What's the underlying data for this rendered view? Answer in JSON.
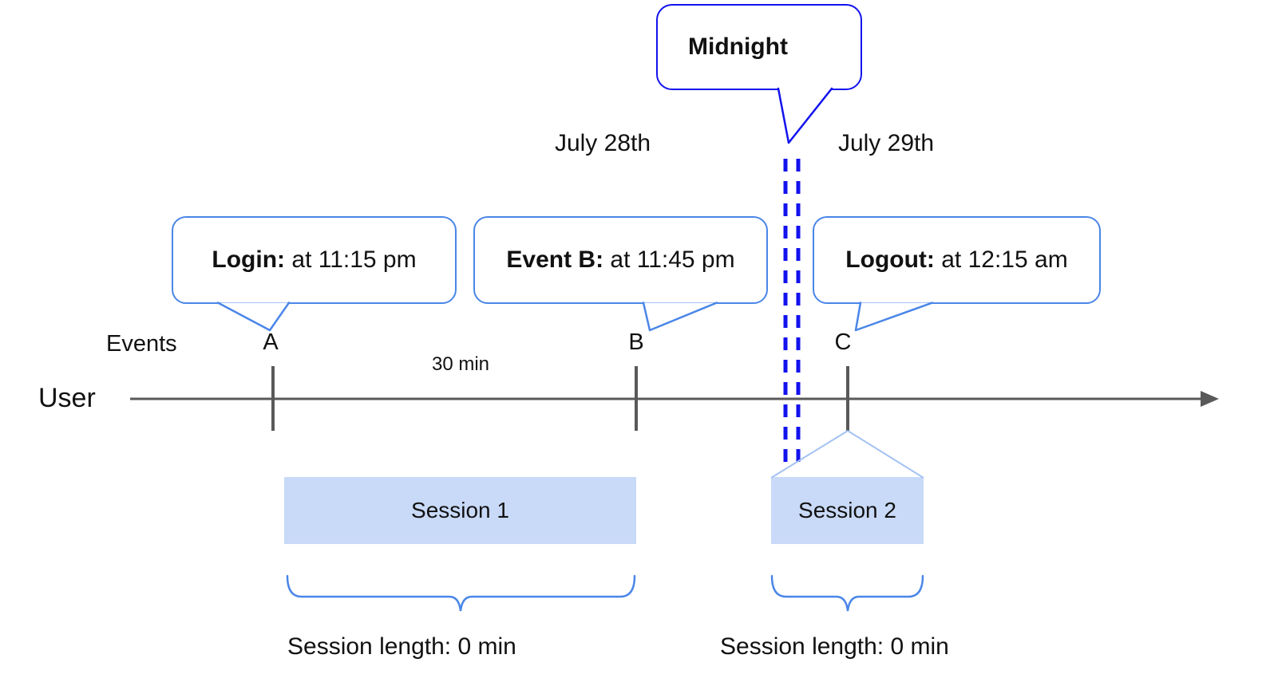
{
  "colors": {
    "strong_blue": "#1212ee",
    "bubble_blue": "#4a86e8",
    "light_blue": "#a4c2f4",
    "session_fill": "#c9daf8",
    "line_gray": "#595959",
    "text": "#111111",
    "background": "#ffffff"
  },
  "midnight": {
    "label": "Midnight"
  },
  "dates": {
    "left_day": "July 28th",
    "right_day": "July 29th"
  },
  "bubbles": {
    "login": {
      "bold": "Login:",
      "rest": " at 11:15 pm"
    },
    "event_b": {
      "bold": "Event B:",
      "rest": " at 11:45 pm"
    },
    "logout": {
      "bold": "Logout:",
      "rest": " at 12:15 am"
    }
  },
  "timeline": {
    "row_label": "User",
    "events_label": "Events",
    "interval_label": "30 min",
    "marks": {
      "a": "A",
      "b": "B",
      "c": "C"
    }
  },
  "sessions": {
    "session1": {
      "label": "Session 1",
      "length_label": "Session length: 0 min"
    },
    "session2": {
      "label": "Session 2",
      "length_label": "Session length: 0 min"
    }
  }
}
